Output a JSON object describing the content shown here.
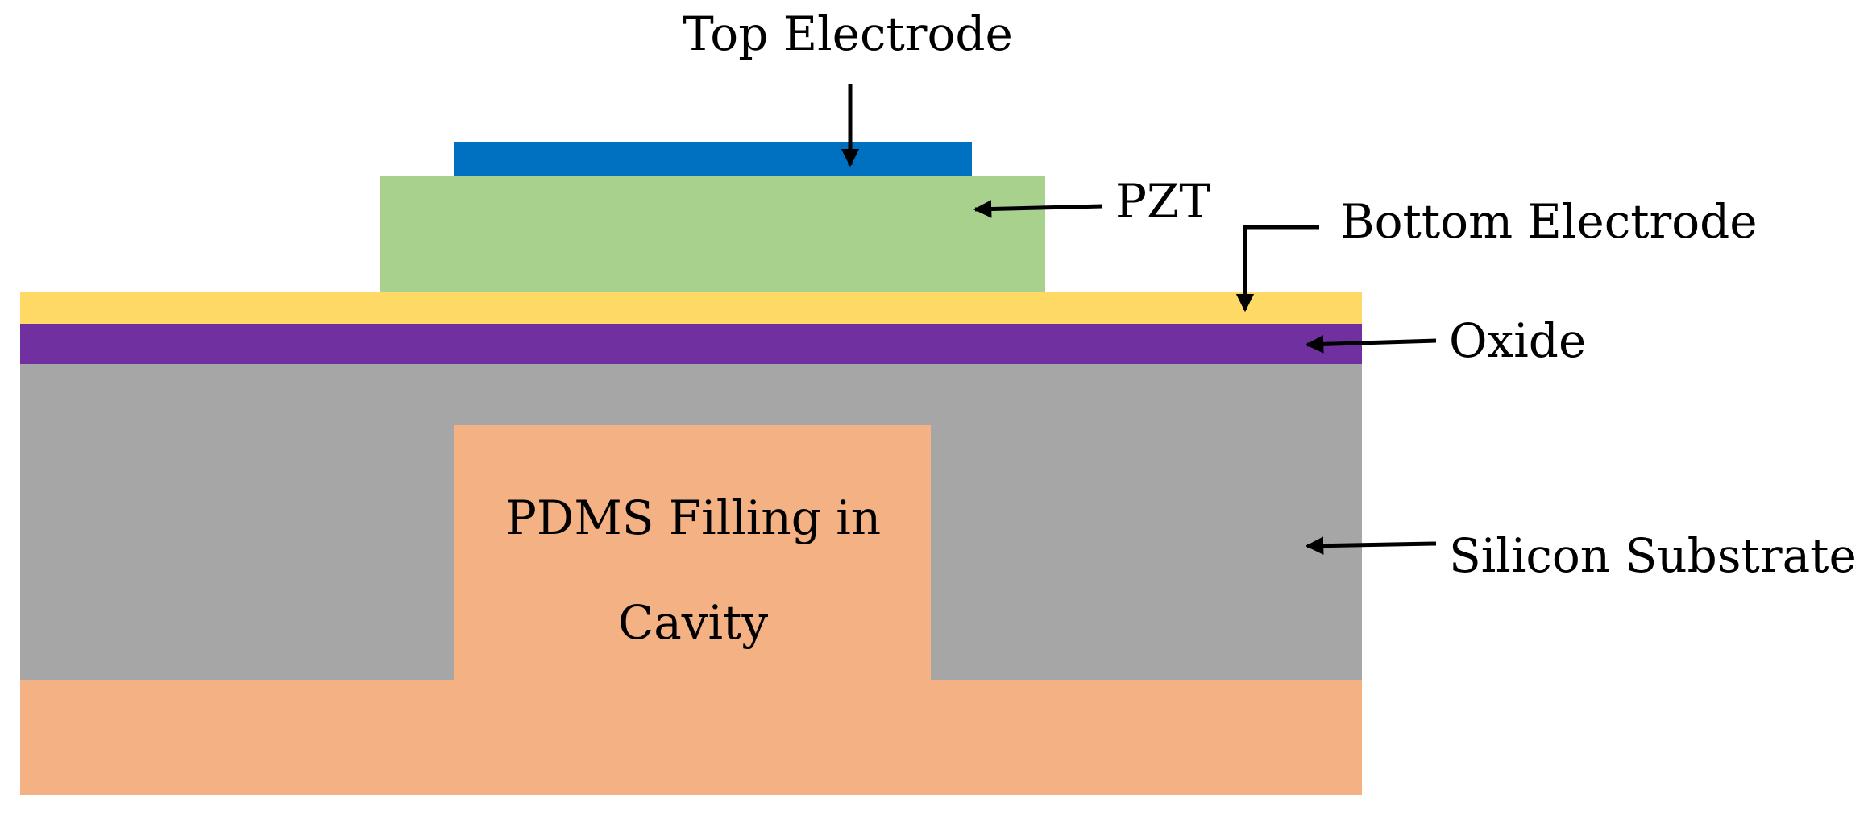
{
  "labels": {
    "top_electrode": "Top Electrode",
    "pzt": "PZT",
    "bottom_electrode": "Bottom Electrode",
    "oxide": "Oxide",
    "silicon_substrate": "Silicon Substrate",
    "cavity_line1": "PDMS Filling in",
    "cavity_line2": "Cavity"
  },
  "colors": {
    "top_electrode": "#0070C0",
    "pzt": "#A9D18E",
    "bottom_electrode": "#FFD966",
    "oxide": "#7030A0",
    "silicon_substrate": "#A6A6A6",
    "pdms": "#F4B183",
    "arrow": "#000000"
  }
}
